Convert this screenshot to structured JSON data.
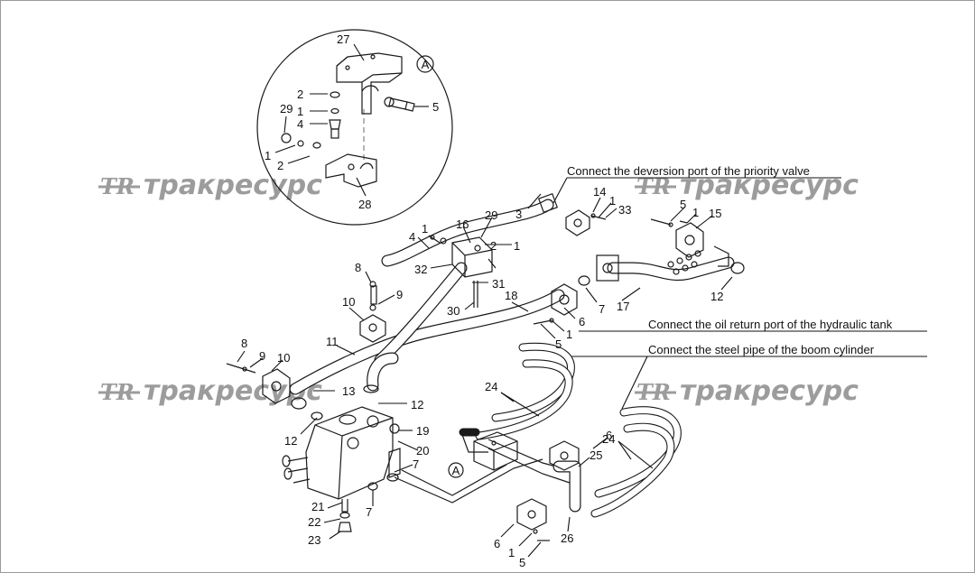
{
  "watermarks": [
    {
      "logo": "TR",
      "text": "тракресурс"
    },
    {
      "logo": "TR",
      "text": "тракресурс"
    },
    {
      "logo": "TR",
      "text": "тракресурс"
    },
    {
      "logo": "TR",
      "text": "тракресурс"
    }
  ],
  "detail_marker": "A",
  "detail_ref": "A",
  "notes": {
    "priority_valve": "Connect the deversion port of the priority valve",
    "return_port": "Connect the oil return port of the hydraulic tank",
    "boom_pipe": "Connect the steel pipe of the boom cylinder"
  },
  "detail_labels": [
    "27",
    "2",
    "1",
    "4",
    "29",
    "1",
    "2",
    "28",
    "5"
  ],
  "labels": [
    "3",
    "14",
    "1",
    "33",
    "5",
    "1",
    "15",
    "4",
    "1",
    "16",
    "29",
    "1",
    "2",
    "32",
    "31",
    "8",
    "9",
    "10",
    "30",
    "18",
    "7",
    "17",
    "12",
    "6",
    "1",
    "5",
    "11",
    "8",
    "9",
    "10",
    "13",
    "12",
    "24",
    "12",
    "19",
    "20",
    "7",
    "6",
    "25",
    "24",
    "21",
    "22",
    "7",
    "23",
    "6",
    "1",
    "5",
    "26"
  ]
}
